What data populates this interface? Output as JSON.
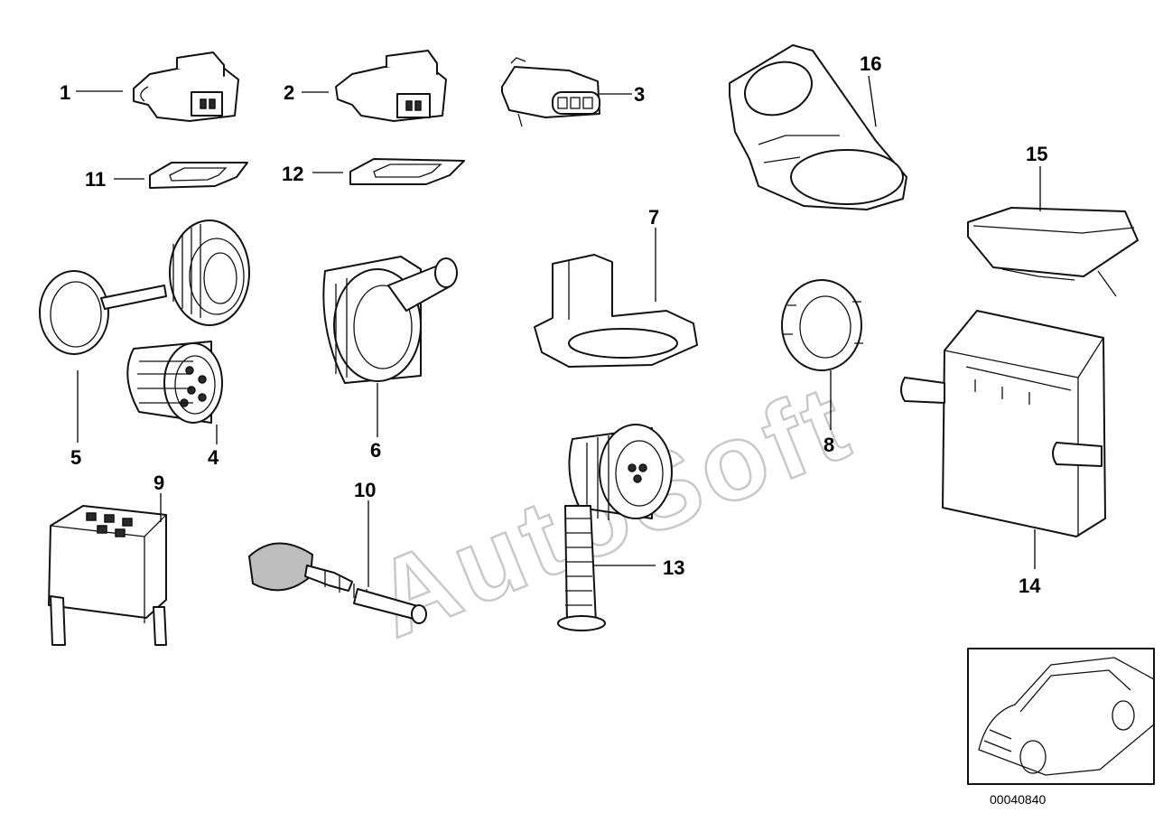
{
  "watermark": "AutoSoft",
  "image_id": "00040840",
  "callouts": [
    "1",
    "2",
    "3",
    "4",
    "5",
    "6",
    "7",
    "8",
    "9",
    "10",
    "11",
    "12",
    "13",
    "14",
    "15",
    "16"
  ]
}
